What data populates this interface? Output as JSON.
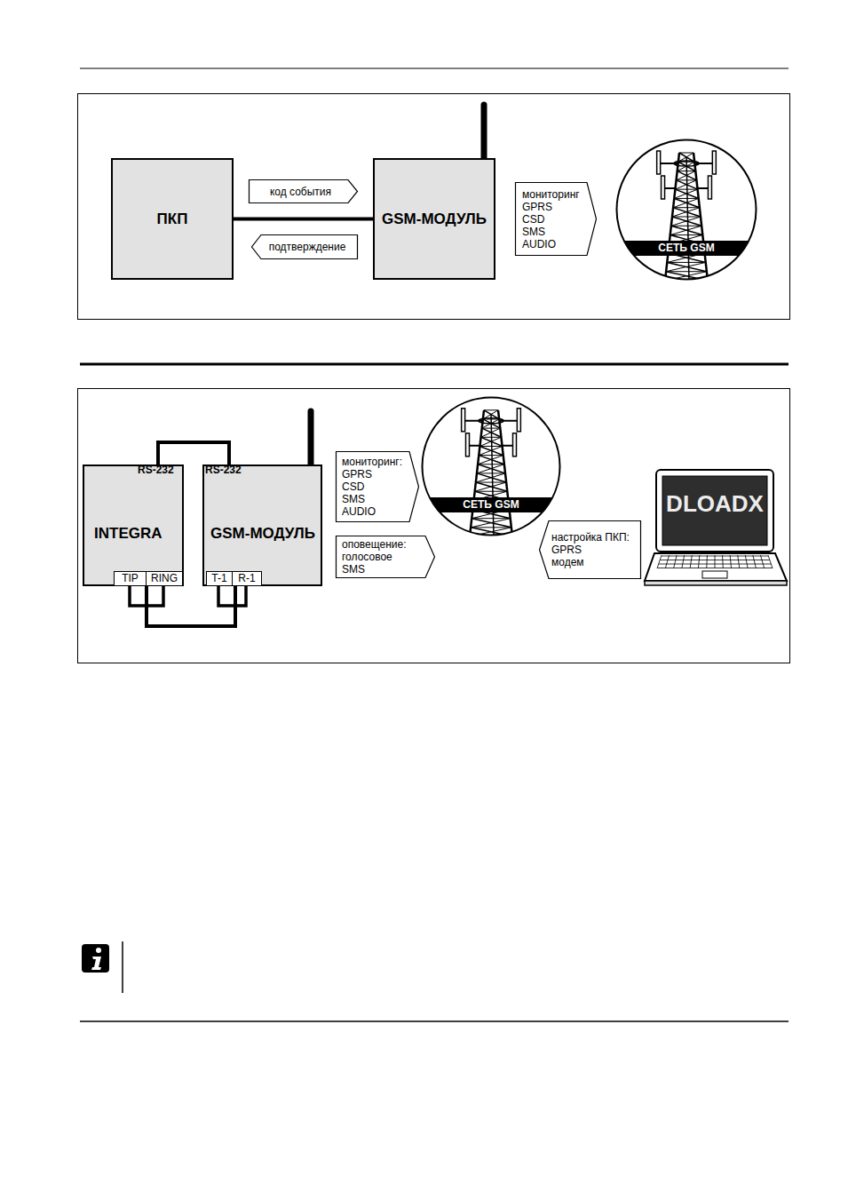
{
  "diagram": {
    "nodes": [
      {
        "text": [
          "ПКП"
        ]
      },
      {
        "text": [
          "GSM-МОДУЛЬ"
        ]
      },
      {
        "text": [
          "код события"
        ]
      },
      {
        "text": [
          "подтверждение"
        ]
      },
      {
        "text": [
          "мониторинг",
          "GPRS",
          "CSD",
          "SMS",
          "AUDIO"
        ]
      },
      {
        "text": [
          "СЕТЬ GSM"
        ]
      },
      {
        "text": [
          "INTEGRA"
        ]
      },
      {
        "text": [
          "GSM-МОДУЛЬ"
        ]
      },
      {
        "text": [
          "мониторинг:",
          "GPRS",
          "CSD",
          "SMS",
          "AUDIO"
        ]
      },
      {
        "text": [
          "оповещение:",
          "голосовое",
          "SMS"
        ]
      },
      {
        "text": [
          "СЕТЬ GSM"
        ]
      },
      {
        "text": [
          "настройка ПКП:",
          "GPRS",
          "модем"
        ]
      },
      {
        "text": [
          "DLOADX"
        ]
      }
    ],
    "edges": [
      {
        "from": 0,
        "to": 1,
        "arrow": "none"
      },
      {
        "from": 6,
        "to": 7,
        "arrow": "none"
      },
      {
        "from": 6,
        "to": 7,
        "arrow": "none"
      }
    ],
    "labels": [
      "RS-232",
      "RS-232",
      "TIP",
      "RING",
      "T-1",
      "R-1"
    ]
  }
}
